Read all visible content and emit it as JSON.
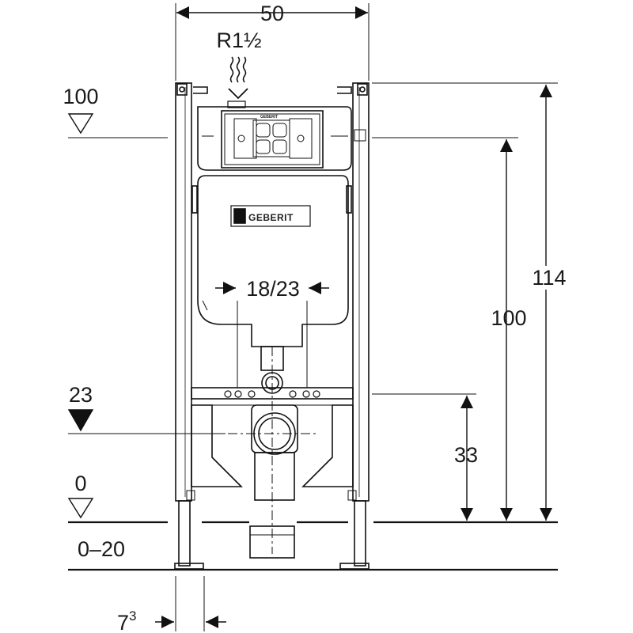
{
  "dimensions": {
    "width_top": "50",
    "connection": "R1½",
    "level_100": "100",
    "level_23": "23",
    "level_0": "0",
    "floor_range": "0–20",
    "spacing_18_23": "18/23",
    "height_114": "114",
    "height_100": "100",
    "height_33": "33",
    "foot_offset_base": "7",
    "foot_offset_exp": "3"
  },
  "brand": {
    "name": "GEBERIT",
    "name_small": "GEBERIT"
  }
}
